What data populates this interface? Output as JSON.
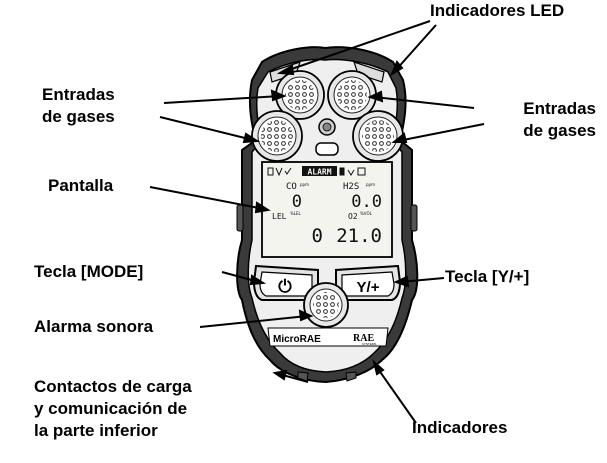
{
  "labels": {
    "led_indicators": "Indicadores LED",
    "gas_inlets_left": [
      "Entradas",
      "de gases"
    ],
    "gas_inlets_right": [
      "Entradas",
      "de gases"
    ],
    "display": "Pantalla",
    "mode_key": "Tecla [MODE]",
    "y_key": "Tecla [Y/+]",
    "buzzer": "Alarma sonora",
    "bottom_contacts": [
      "Contactos de carga",
      "y comunicación de",
      "la parte inferior"
    ],
    "indicators": "Indicadores"
  },
  "device": {
    "brand_model": "MicroRAE",
    "brand_logo": "RAE",
    "brand_sub": "SYSTEMS",
    "mode_key_symbol": "⏻",
    "y_key_text": "Y/+",
    "lcd": {
      "status_row": "ALARM",
      "gas1_name": "CO",
      "gas1_unit": "ppm",
      "gas1_value": "0",
      "gas2_name": "H2S",
      "gas2_unit": "ppm",
      "gas2_value": "0.0",
      "gas3_name": "LEL",
      "gas3_unit": "%LEL",
      "gas3_value": "0",
      "gas4_name": "O2",
      "gas4_unit": "%VOL",
      "gas4_value": "21.0"
    }
  },
  "colors": {
    "body": "#2f2f2f",
    "outline": "#000000",
    "lcd": "#f4f4ee",
    "text": "#000000"
  }
}
